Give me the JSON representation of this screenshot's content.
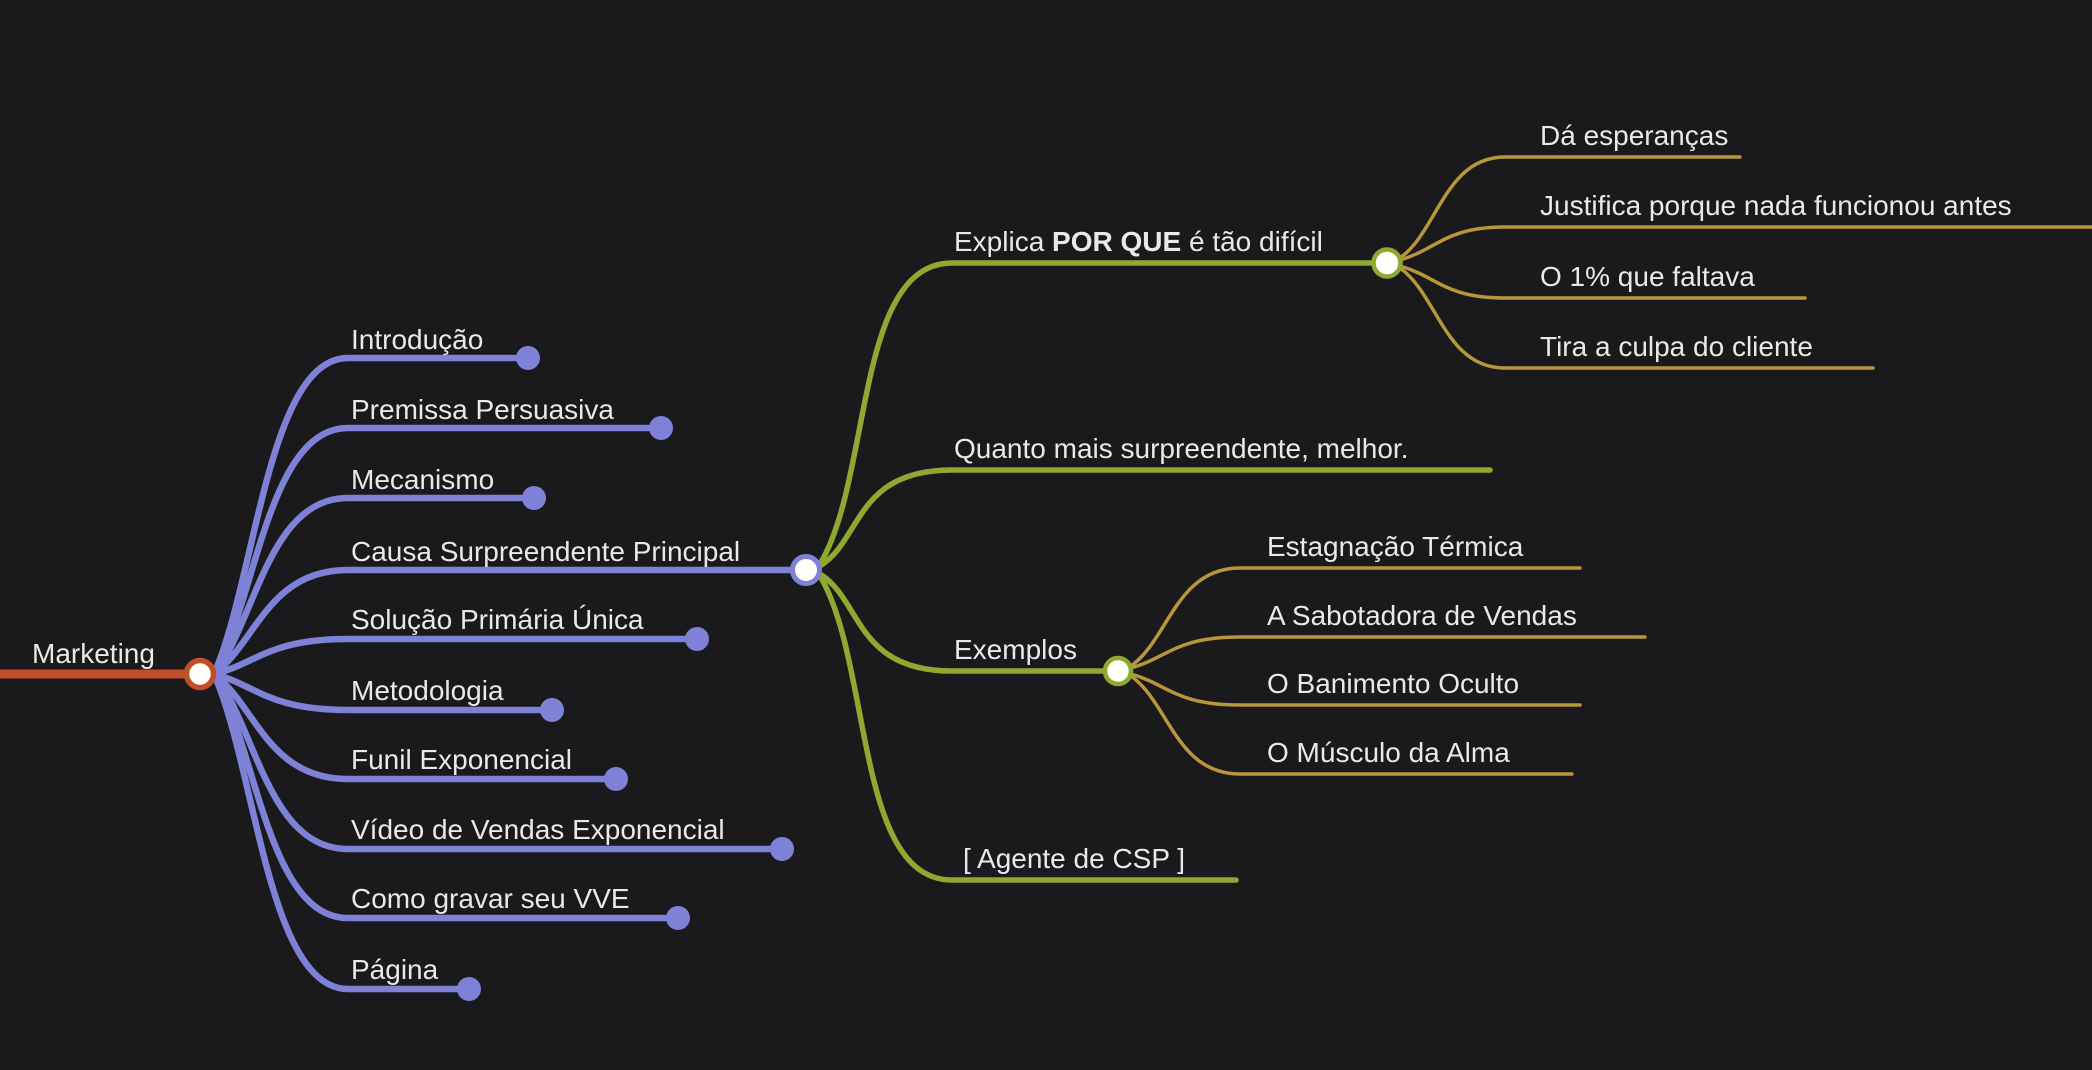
{
  "colors": {
    "background": "#1a1a1c",
    "text": "#e9e9e9",
    "root-branch": "#c04e28",
    "level1-branch": "#7d82d6",
    "level2-branch": "#8fa930",
    "level3-branch": "#b9953c",
    "node-fill": "#fffffb"
  },
  "mindmap": {
    "root": {
      "label": "Marketing"
    },
    "main_topics": [
      {
        "label": "Introdução"
      },
      {
        "label": "Premissa Persuasiva"
      },
      {
        "label": "Mecanismo"
      },
      {
        "label": "Causa Surpreendente Principal"
      },
      {
        "label": "Solução Primária Única"
      },
      {
        "label": "Metodologia"
      },
      {
        "label": "Funil Exponencial"
      },
      {
        "label": "Vídeo de Vendas Exponencial"
      },
      {
        "label": "Como gravar seu VVE"
      },
      {
        "label": "Página"
      }
    ],
    "causa_children": {
      "explica": {
        "prefix": "Explica ",
        "bold": "POR QUE",
        "suffix": " é tão difícil"
      },
      "quanto": {
        "label": "Quanto mais surpreendente, melhor."
      },
      "exemplos": {
        "label": "Exemplos"
      },
      "agente": {
        "label": "[ Agente de CSP ]"
      }
    },
    "explica_children": [
      {
        "label": "Dá esperanças"
      },
      {
        "label": "Justifica porque nada funcionou antes"
      },
      {
        "label": "O 1% que faltava"
      },
      {
        "label": "Tira a culpa do cliente"
      }
    ],
    "exemplos_children": [
      {
        "label": "Estagnação Térmica"
      },
      {
        "label": "A Sabotadora de Vendas"
      },
      {
        "label": "O Banimento Oculto"
      },
      {
        "label": "O Músculo da Alma"
      }
    ]
  }
}
